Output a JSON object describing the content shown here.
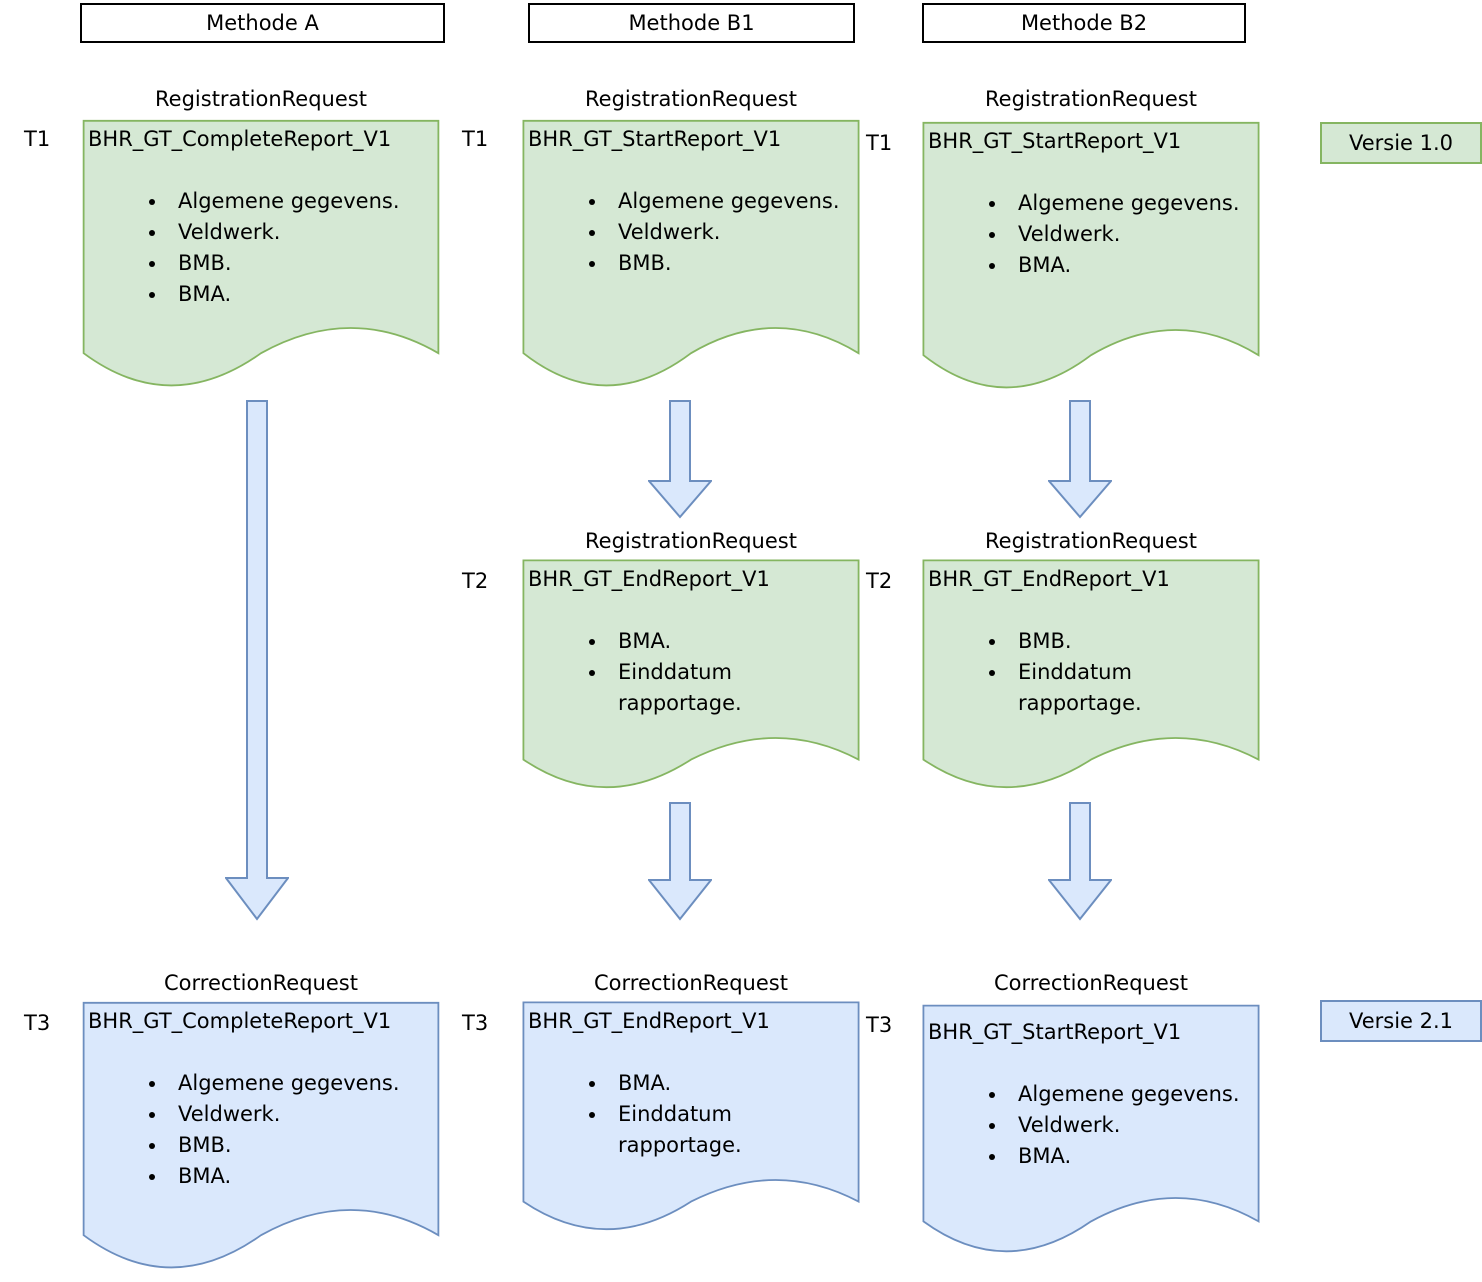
{
  "headers": {
    "a": "Methode A",
    "b1": "Methode B1",
    "b2": "Methode B2"
  },
  "badges": {
    "v1": "Versie 1.0",
    "v2": "Versie 2.1"
  },
  "time_labels": {
    "t1": "T1",
    "t2": "T2",
    "t3": "T3"
  },
  "request_labels": {
    "registration": "RegistrationRequest",
    "correction": "CorrectionRequest"
  },
  "docs": {
    "a_t1": {
      "request": "RegistrationRequest",
      "time": "T1",
      "title": "BHR_GT_CompleteReport_V1",
      "bullets": [
        "Algemene gegevens.",
        "Veldwerk.",
        "BMB.",
        "BMA."
      ]
    },
    "b1_t1": {
      "request": "RegistrationRequest",
      "time": "T1",
      "title": "BHR_GT_StartReport_V1",
      "bullets": [
        "Algemene gegevens.",
        "Veldwerk.",
        "BMB."
      ]
    },
    "b2_t1": {
      "request": "RegistrationRequest",
      "time": "T1",
      "title": "BHR_GT_StartReport_V1",
      "bullets": [
        "Algemene gegevens.",
        "Veldwerk.",
        "BMA."
      ]
    },
    "b1_t2": {
      "request": "RegistrationRequest",
      "time": "T2",
      "title": "BHR_GT_EndReport_V1",
      "bullets": [
        "BMA.",
        "Einddatum rapportage."
      ]
    },
    "b2_t2": {
      "request": "RegistrationRequest",
      "time": "T2",
      "title": "BHR_GT_EndReport_V1",
      "bullets": [
        "BMB.",
        "Einddatum rapportage."
      ]
    },
    "a_t3": {
      "request": "CorrectionRequest",
      "time": "T3",
      "title": "BHR_GT_CompleteReport_V1",
      "bullets": [
        "Algemene gegevens.",
        "Veldwerk.",
        "BMB.",
        "BMA."
      ]
    },
    "b1_t3": {
      "request": "CorrectionRequest",
      "time": "T3",
      "title": "BHR_GT_EndReport_V1",
      "bullets": [
        "BMA.",
        "Einddatum rapportage."
      ]
    },
    "b2_t3": {
      "request": "CorrectionRequest",
      "time": "T3",
      "title": "BHR_GT_StartReport_V1",
      "bullets": [
        "Algemene gegevens.",
        "Veldwerk.",
        "BMA."
      ]
    }
  },
  "colors": {
    "doc_green_fill": "#d5e8d4",
    "doc_green_stroke": "#85b561",
    "doc_blue_fill": "#dae8fc",
    "doc_blue_stroke": "#6c8ebf",
    "arrow_fill": "#dae8fc",
    "arrow_stroke": "#6c8ebf",
    "header_border": "#000000"
  }
}
